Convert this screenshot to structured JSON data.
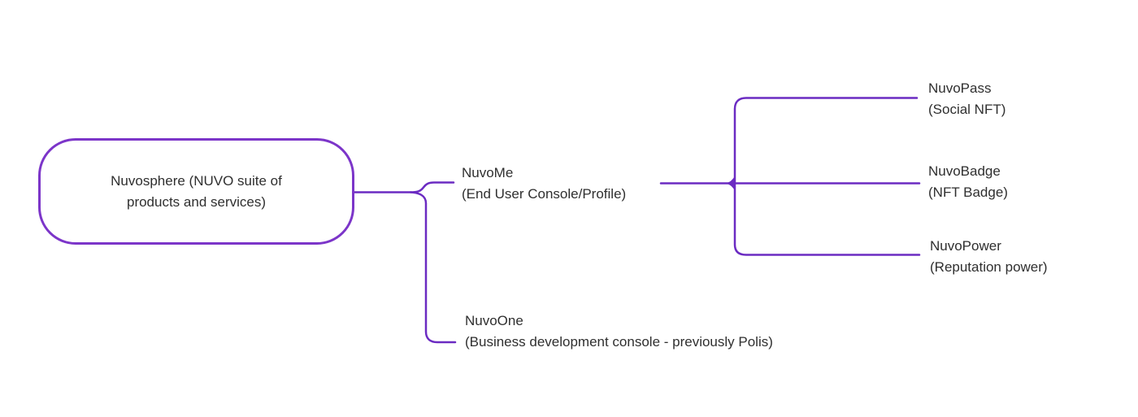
{
  "colors": {
    "connector": "#6b2bc2",
    "root_border": "#7c35c9",
    "text": "#2f2f2f",
    "background": "#ffffff"
  },
  "root": {
    "name": "Nuvosphere",
    "description": "(NUVO suite of products and services)"
  },
  "nodes": {
    "nuvome": {
      "name": "NuvoMe",
      "description": "(End User Console/Profile)"
    },
    "nuvoone": {
      "name": "NuvoOne",
      "description": "(Business development console - previously Polis)"
    },
    "nuvopass": {
      "name": "NuvoPass",
      "description": "(Social NFT)"
    },
    "nuvobadge": {
      "name": "NuvoBadge",
      "description": "(NFT Badge)"
    },
    "nuvopower": {
      "name": "NuvoPower",
      "description": "(Reputation power)"
    }
  }
}
